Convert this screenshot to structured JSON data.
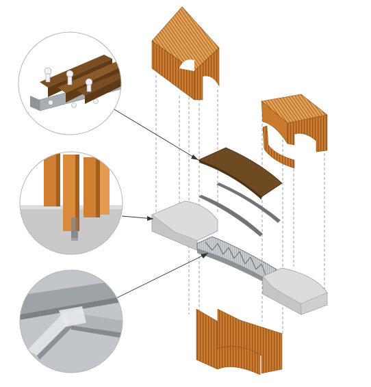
{
  "diagram": {
    "colors": {
      "timber": "#c97a2c",
      "timber_dark": "#9a5618",
      "timber_light": "#e8a55a",
      "deck": "#6e4a22",
      "concrete": "#d9d9d9",
      "concrete_dark": "#b8b8b8",
      "steel": "#9ea3a8",
      "steel_dark": "#6f7479",
      "leader": "#333333",
      "circle_stroke": "#b5b5b5"
    },
    "details": [
      {
        "id": "deck-fixing-detail"
      },
      {
        "id": "timber-fin-base-detail"
      },
      {
        "id": "steel-node-detail"
      }
    ],
    "components": [
      {
        "id": "timber-canopy-left"
      },
      {
        "id": "timber-canopy-right"
      },
      {
        "id": "timber-fin-strip"
      },
      {
        "id": "timber-deck"
      },
      {
        "id": "steel-rail-upper"
      },
      {
        "id": "steel-rail-lower"
      },
      {
        "id": "concrete-abutment-left"
      },
      {
        "id": "steel-truss"
      },
      {
        "id": "concrete-abutment-right"
      },
      {
        "id": "timber-wall-bottom"
      }
    ]
  }
}
